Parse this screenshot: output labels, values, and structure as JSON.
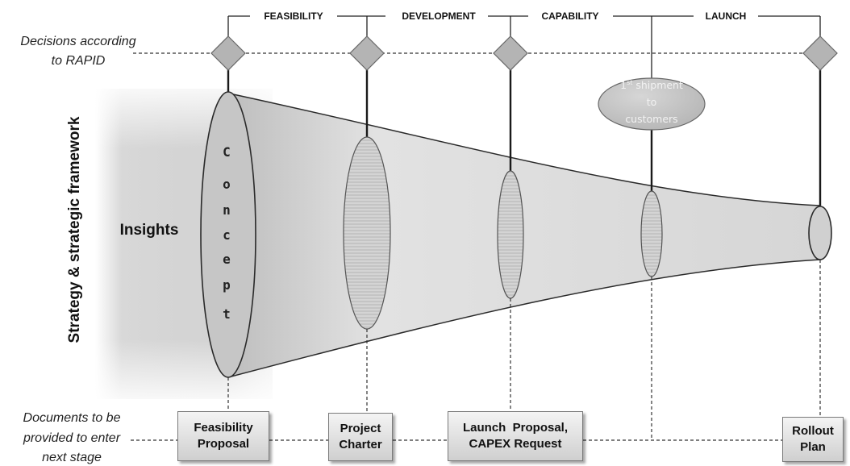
{
  "decisions_label": [
    "Decisions according",
    "to RAPID"
  ],
  "documents_label": [
    "Documents to be",
    "provided to enter",
    "next stage"
  ],
  "stages": [
    "FEASIBILITY",
    "DEVELOPMENT",
    "CAPABILITY",
    "LAUNCH"
  ],
  "vertical_title": "Strategy & strategic framework",
  "insights_label": "Insights",
  "concept_letters": [
    "C",
    "o",
    "n",
    "c",
    "e",
    "p",
    "t"
  ],
  "shipment": {
    "sup": "st",
    "line1_rest": " shipment",
    "line1_num": "1",
    "line2": "to",
    "line3": "customers"
  },
  "documents": [
    {
      "line1": "Feasibility",
      "line2": "Proposal"
    },
    {
      "line1": "Project",
      "line2": "Charter"
    },
    {
      "line1": "Launch  Proposal,",
      "line2": "CAPEX Request"
    },
    {
      "line1": "Rollout",
      "line2": "Plan"
    }
  ],
  "colors": {
    "funnel_fill": "#d2d2d2",
    "diamond": "#b4b4b4",
    "oval": "#c4c4c4",
    "line": "#222222"
  }
}
